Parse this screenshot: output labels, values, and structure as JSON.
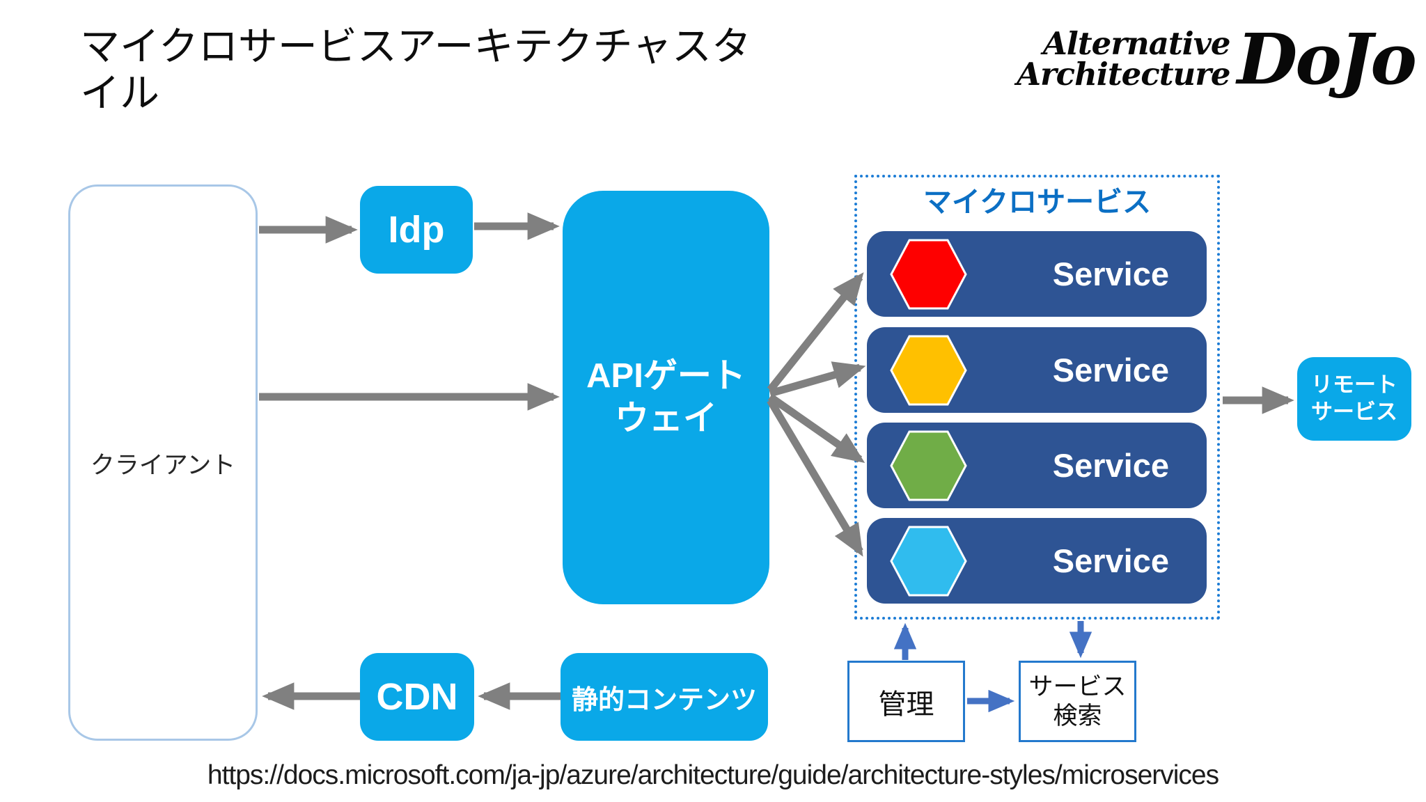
{
  "header": {
    "title": "マイクロサービスアーキテクチャスタイル",
    "logo": {
      "line1": "Alternative",
      "line2": "Architecture",
      "word": "DoJo"
    }
  },
  "nodes": {
    "client": {
      "label": "クライアント"
    },
    "idp": {
      "label": "Idp"
    },
    "api_gateway": {
      "label": "APIゲートウェイ"
    },
    "cdn": {
      "label": "CDN"
    },
    "static_content": {
      "label": "静的コンテンツ"
    },
    "remote_service": {
      "label": "リモートサービス"
    },
    "management": {
      "label": "管理"
    },
    "service_discovery": {
      "label": "サービス検索"
    }
  },
  "microservices": {
    "label": "マイクロサービス",
    "services": [
      {
        "label": "Service",
        "color": "#fe0000"
      },
      {
        "label": "Service",
        "color": "#ffc000"
      },
      {
        "label": "Service",
        "color": "#70ad47"
      },
      {
        "label": "Service",
        "color": "#30bcee"
      }
    ]
  },
  "footer": {
    "url": "https://docs.microsoft.com/ja-jp/azure/architecture/guide/architecture-styles/microservices"
  },
  "colors": {
    "node_cyan": "#0aa8e8",
    "service_row_blue": "#2e5494",
    "ms_border_blue": "#1c7cd5",
    "ms_label_blue": "#0b6fc4",
    "client_border": "#a8c7e7",
    "box_border_blue": "#2379cd",
    "arrow_gray": "#808080",
    "arrow_blue": "#4472c4"
  }
}
